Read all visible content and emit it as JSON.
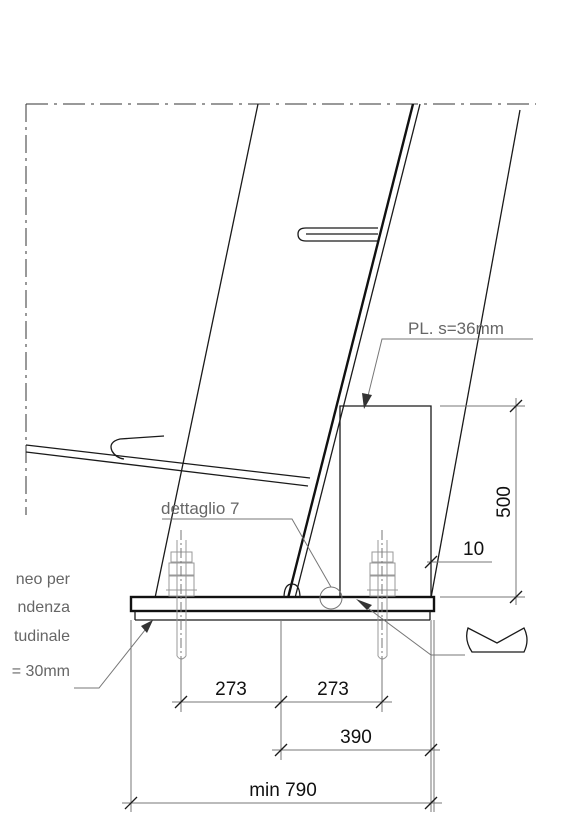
{
  "labels": {
    "plate": "PL. s=36mm",
    "detail": "dettaglio 7",
    "note_lines": [
      "neo per",
      "ndenza",
      "tudinale",
      "= 30mm"
    ]
  },
  "dimensions": {
    "height": "500",
    "gap": "10",
    "left_spacing": "273",
    "right_spacing": "273",
    "half_width": "390",
    "total_width": "min 790"
  }
}
